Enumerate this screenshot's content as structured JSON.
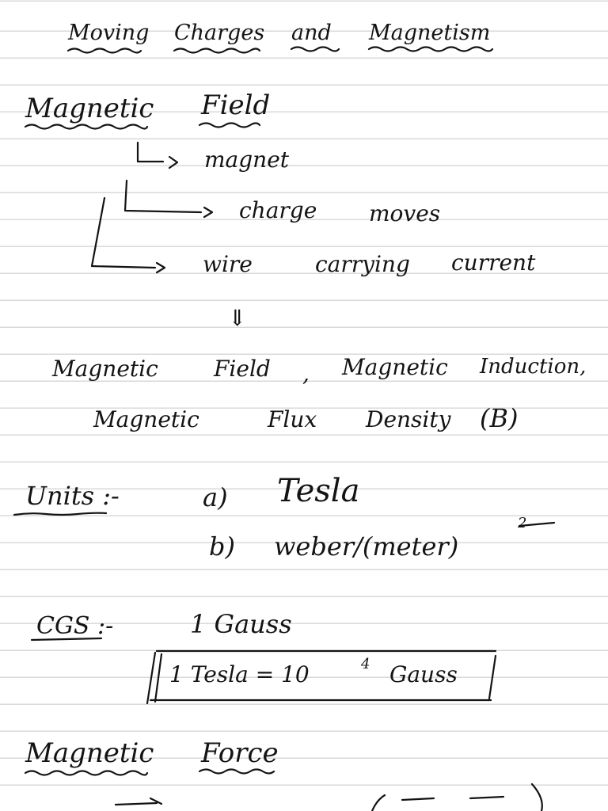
{
  "title": {
    "moving": "Moving",
    "charges": "Charges",
    "and": "and",
    "magnetism": "Magnetism"
  },
  "section1": {
    "heading_1": "Magnetic",
    "heading_2": "Field",
    "source_magnet": "magnet",
    "source_charge_1": "charge",
    "source_charge_2": "moves",
    "source_wire_1": "wire",
    "source_wire_2": "carrying",
    "source_wire_3": "current",
    "implies_symbol": "⇓",
    "names_line1_a": "Magnetic",
    "names_line1_b": "Field",
    "names_line1_c": ",",
    "names_line1_d": "Magnetic",
    "names_line1_e": "Induction,",
    "names_line2_a": "Magnetic",
    "names_line2_b": "Flux",
    "names_line2_c": "Density",
    "names_line2_d": "(B)"
  },
  "units": {
    "label": "Units :-",
    "a_marker": "a)",
    "a_value": "Tesla",
    "b_marker": "b)",
    "b_value": "weber/(meter)",
    "b_exponent": "2"
  },
  "cgs": {
    "label": "CGS :-",
    "value": "1 Gauss",
    "boxed_relation": "1 Tesla = 10",
    "boxed_exponent": "4",
    "boxed_unit": "Gauss"
  },
  "section2": {
    "heading_1": "Magnetic",
    "heading_2": "Force"
  }
}
